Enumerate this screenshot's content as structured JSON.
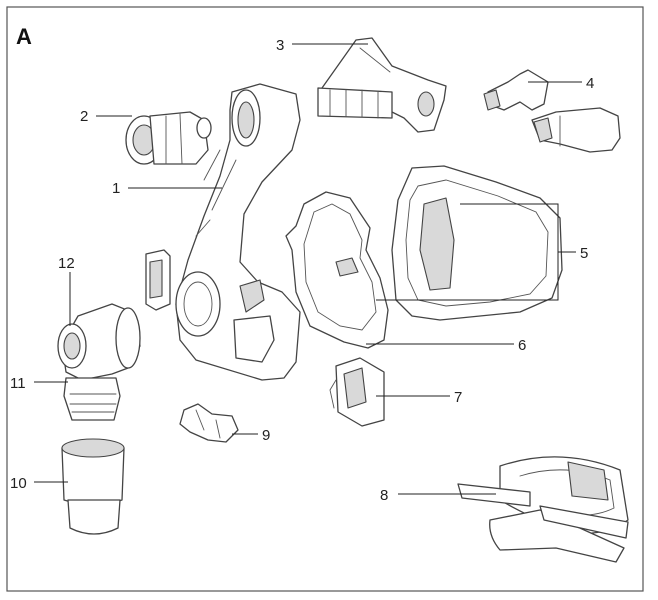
{
  "panel_label": "A",
  "callouts": [
    {
      "id": "1",
      "text": "1"
    },
    {
      "id": "2",
      "text": "2"
    },
    {
      "id": "3",
      "text": "3"
    },
    {
      "id": "4",
      "text": "4"
    },
    {
      "id": "5",
      "text": "5"
    },
    {
      "id": "6",
      "text": "6"
    },
    {
      "id": "7",
      "text": "7"
    },
    {
      "id": "8",
      "text": "8"
    },
    {
      "id": "9",
      "text": "9"
    },
    {
      "id": "10",
      "text": "10"
    },
    {
      "id": "11",
      "text": "11"
    },
    {
      "id": "12",
      "text": "12"
    }
  ],
  "colors": {
    "line": "#444444",
    "shade": "#d9d9d9",
    "background": "#ffffff"
  }
}
